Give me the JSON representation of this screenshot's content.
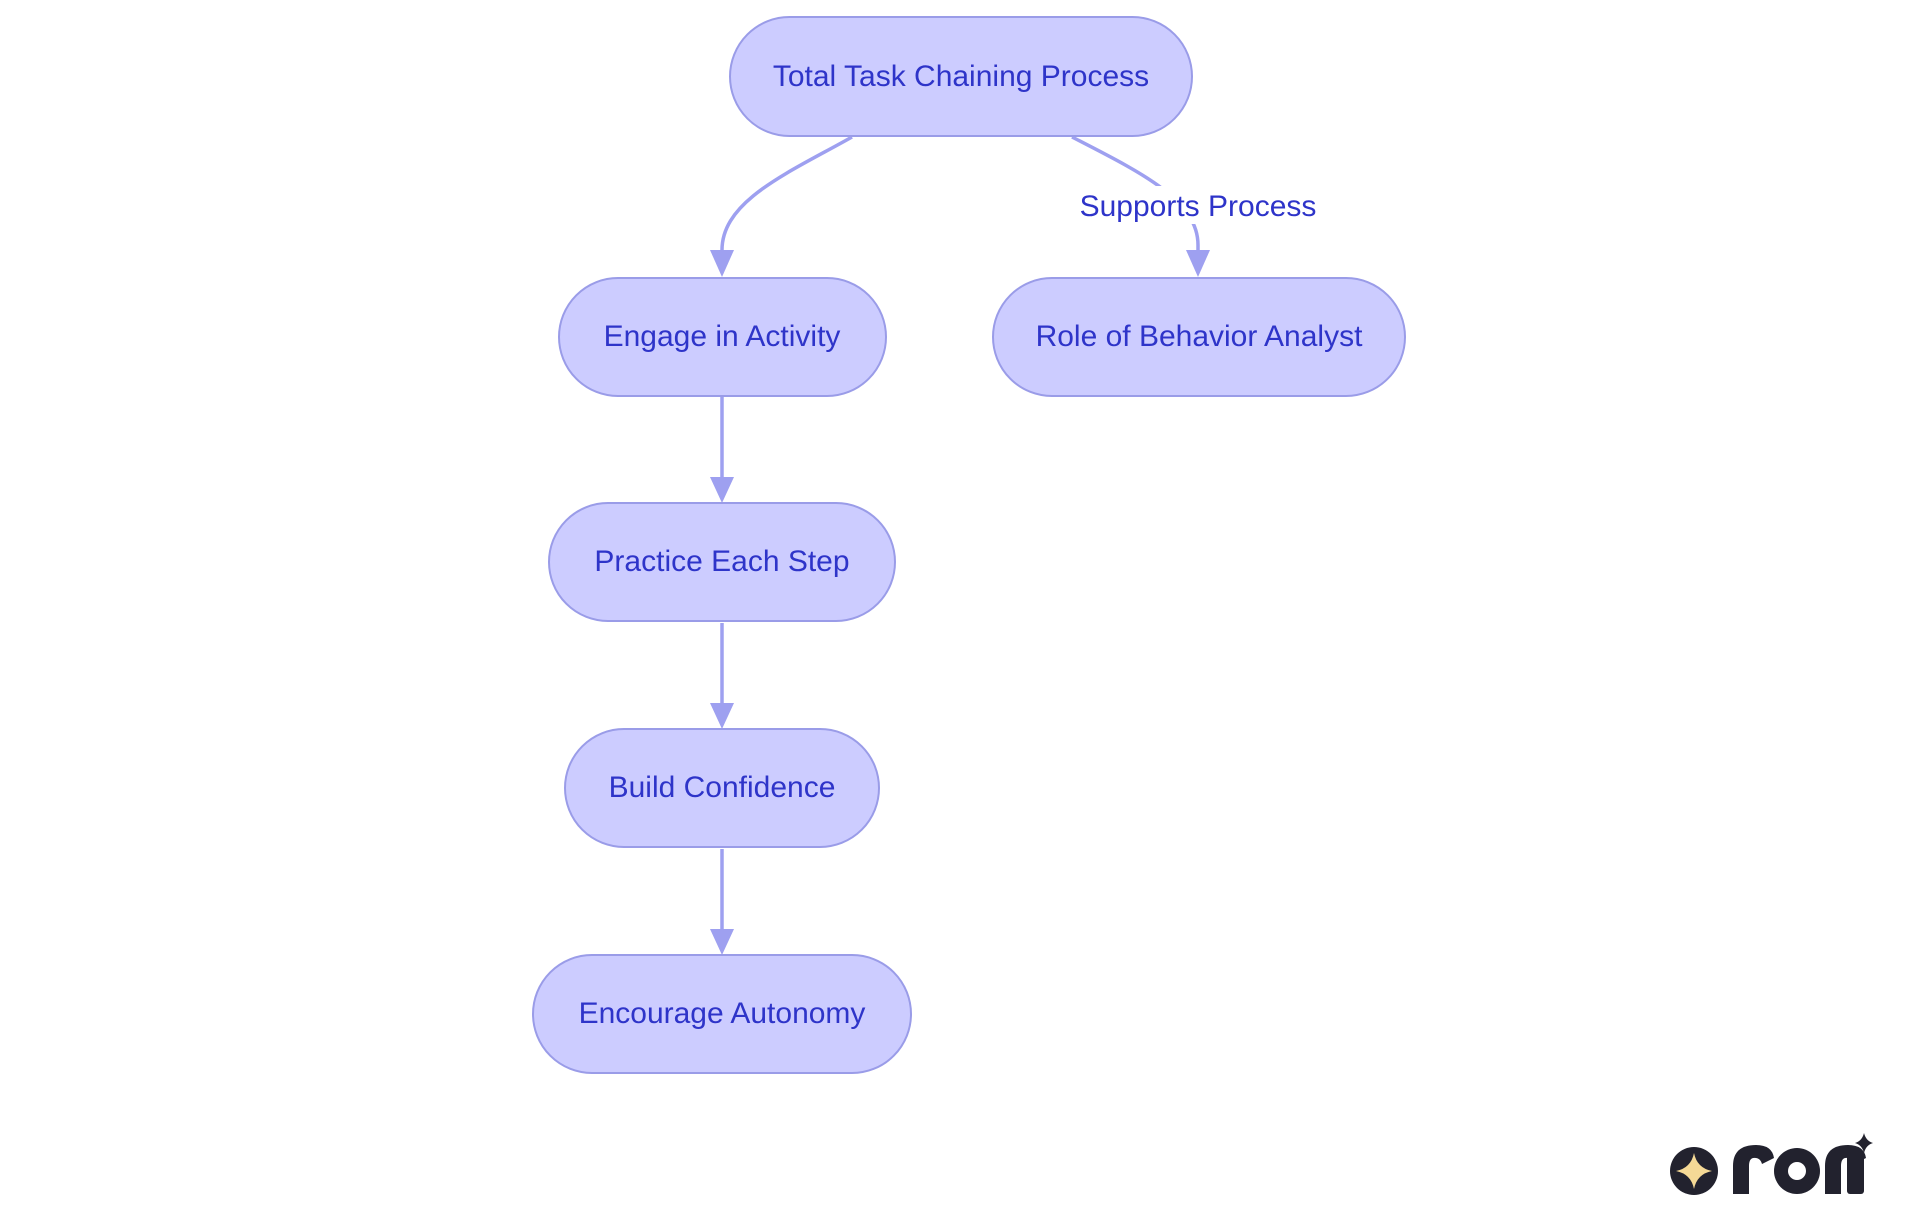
{
  "nodes": {
    "total": {
      "label": "Total Task Chaining Process"
    },
    "engage": {
      "label": "Engage in Activity"
    },
    "role": {
      "label": "Role of Behavior Analyst"
    },
    "practice": {
      "label": "Practice Each Step"
    },
    "confidence": {
      "label": "Build Confidence"
    },
    "autonomy": {
      "label": "Encourage Autonomy"
    }
  },
  "edges": {
    "supports": {
      "label": "Supports Process"
    }
  },
  "logo": {
    "text": "rori"
  },
  "colors": {
    "node_fill": "#ccccff",
    "node_stroke": "#9a9ce8",
    "text": "#2e34c9",
    "edge": "#9ea0f0"
  }
}
